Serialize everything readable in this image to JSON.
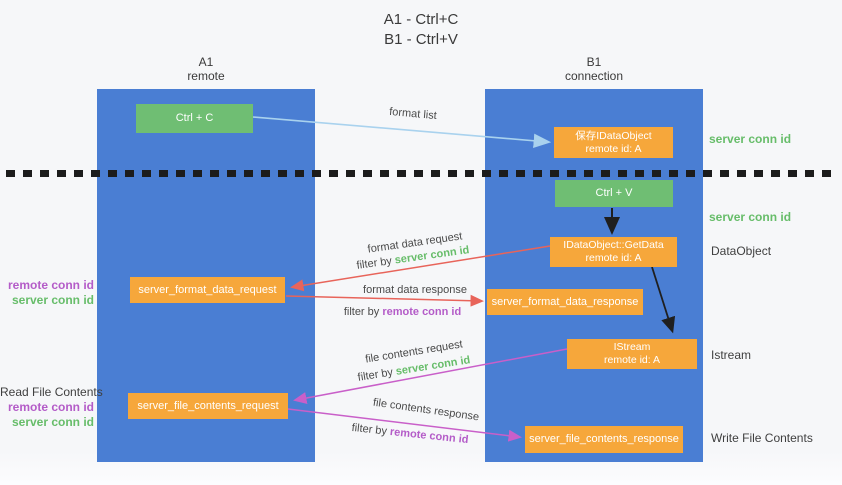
{
  "title": {
    "line1": "A1 - Ctrl+C",
    "line2": "B1 - Ctrl+V"
  },
  "columns": {
    "left": {
      "name": "A1",
      "role": "remote"
    },
    "right": {
      "name": "B1",
      "role": "connection"
    }
  },
  "nodes": {
    "ctrl_c": {
      "label": "Ctrl + C"
    },
    "ctrl_v": {
      "label": "Ctrl + V"
    },
    "save_idataobject": {
      "line1": "保存IDataObject",
      "line2": "remote id: A"
    },
    "idataobject_getdata": {
      "line1": "IDataObject::GetData",
      "line2": "remote id: A"
    },
    "istream": {
      "line1": "IStream",
      "line2": "remote id: A"
    },
    "server_format_data_request": {
      "label": "server_format_data_request"
    },
    "server_format_data_response": {
      "label": "server_format_data_response"
    },
    "server_file_contents_request": {
      "label": "server_file_contents_request"
    },
    "server_file_contents_response": {
      "label": "server_file_contents_response"
    }
  },
  "left_annotations": {
    "format_group": {
      "remote_conn_id": "remote conn id",
      "server_conn_id": "server conn id"
    },
    "file_group": {
      "title": "Read File Contents",
      "remote_conn_id": "remote conn id",
      "server_conn_id": "server conn id"
    }
  },
  "right_annotations": {
    "server_conn_id_top": "server conn id",
    "server_conn_id_mid": "server conn id",
    "dataobject": "DataObject",
    "istream": "Istream",
    "write_file_contents": "Write File Contents"
  },
  "arrow_labels": {
    "format_list": "format list",
    "format_data_request": "format data request",
    "format_data_response": "format data response",
    "file_contents_request": "file contents request",
    "file_contents_response": "file contents response",
    "filter_by": "filter by ",
    "server_conn_id": "server conn id",
    "remote_conn_id": "remote conn id"
  },
  "colors": {
    "lifeline_blue": "#4a7ed3",
    "node_green": "#6fbe73",
    "node_orange": "#f6a73b",
    "arrow_light_blue": "#a9d2ee",
    "arrow_red": "#e8645a",
    "arrow_magenta": "#c95fc9",
    "arrow_black": "#1f1f1f",
    "text_green": "#67bd6a",
    "text_purple": "#b45cc8"
  }
}
